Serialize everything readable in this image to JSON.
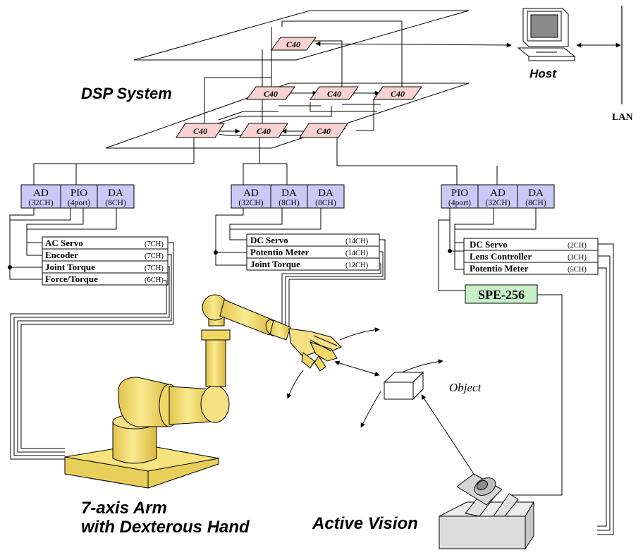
{
  "labels": {
    "dsp_system": "DSP System",
    "host": "Host",
    "lan": "LAN",
    "object": "Object",
    "arm_line1": "7-axis Arm",
    "arm_line2": "with Dexterous Hand",
    "active_vision": "Active Vision",
    "spe": "SPE-256"
  },
  "processors": [
    "C40",
    "C40",
    "C40",
    "C40",
    "C40",
    "C40",
    "C40"
  ],
  "io_groups": [
    {
      "modules": [
        {
          "name": "AD",
          "sub": "(32CH)"
        },
        {
          "name": "PIO",
          "sub": "(4port)"
        },
        {
          "name": "DA",
          "sub": "(8CH)"
        }
      ],
      "devices": [
        {
          "name": "AC Servo",
          "ch": "(7CH)"
        },
        {
          "name": "Encoder",
          "ch": "(7CH)"
        },
        {
          "name": "Joint Torque",
          "ch": "(7CH)"
        },
        {
          "name": "Force/Torque",
          "ch": "(6CH)"
        }
      ]
    },
    {
      "modules": [
        {
          "name": "AD",
          "sub": "(32CH)"
        },
        {
          "name": "DA",
          "sub": "(8CH)"
        },
        {
          "name": "DA",
          "sub": "(8CH)"
        }
      ],
      "devices": [
        {
          "name": "DC Servo",
          "ch": "(14CH)"
        },
        {
          "name": "Potentio Meter",
          "ch": "(14CH)"
        },
        {
          "name": "Joint Torque",
          "ch": "(12CH)"
        }
      ]
    },
    {
      "modules": [
        {
          "name": "PIO",
          "sub": "(4port)"
        },
        {
          "name": "AD",
          "sub": "(32CH)"
        },
        {
          "name": "DA",
          "sub": "(8CH)"
        }
      ],
      "devices": [
        {
          "name": "DC Servo",
          "ch": "(2CH)"
        },
        {
          "name": "Lens Controller",
          "ch": "(3CH)"
        },
        {
          "name": "Potentio Meter",
          "ch": "(5CH)"
        }
      ]
    }
  ],
  "colors": {
    "processor_fill": "#f7d2d2",
    "io_fill": "#c9c9f5",
    "spe_fill": "#c8f0c8",
    "robot_fill": "#f7e37c",
    "vision_fill": "#dcdcdc"
  }
}
